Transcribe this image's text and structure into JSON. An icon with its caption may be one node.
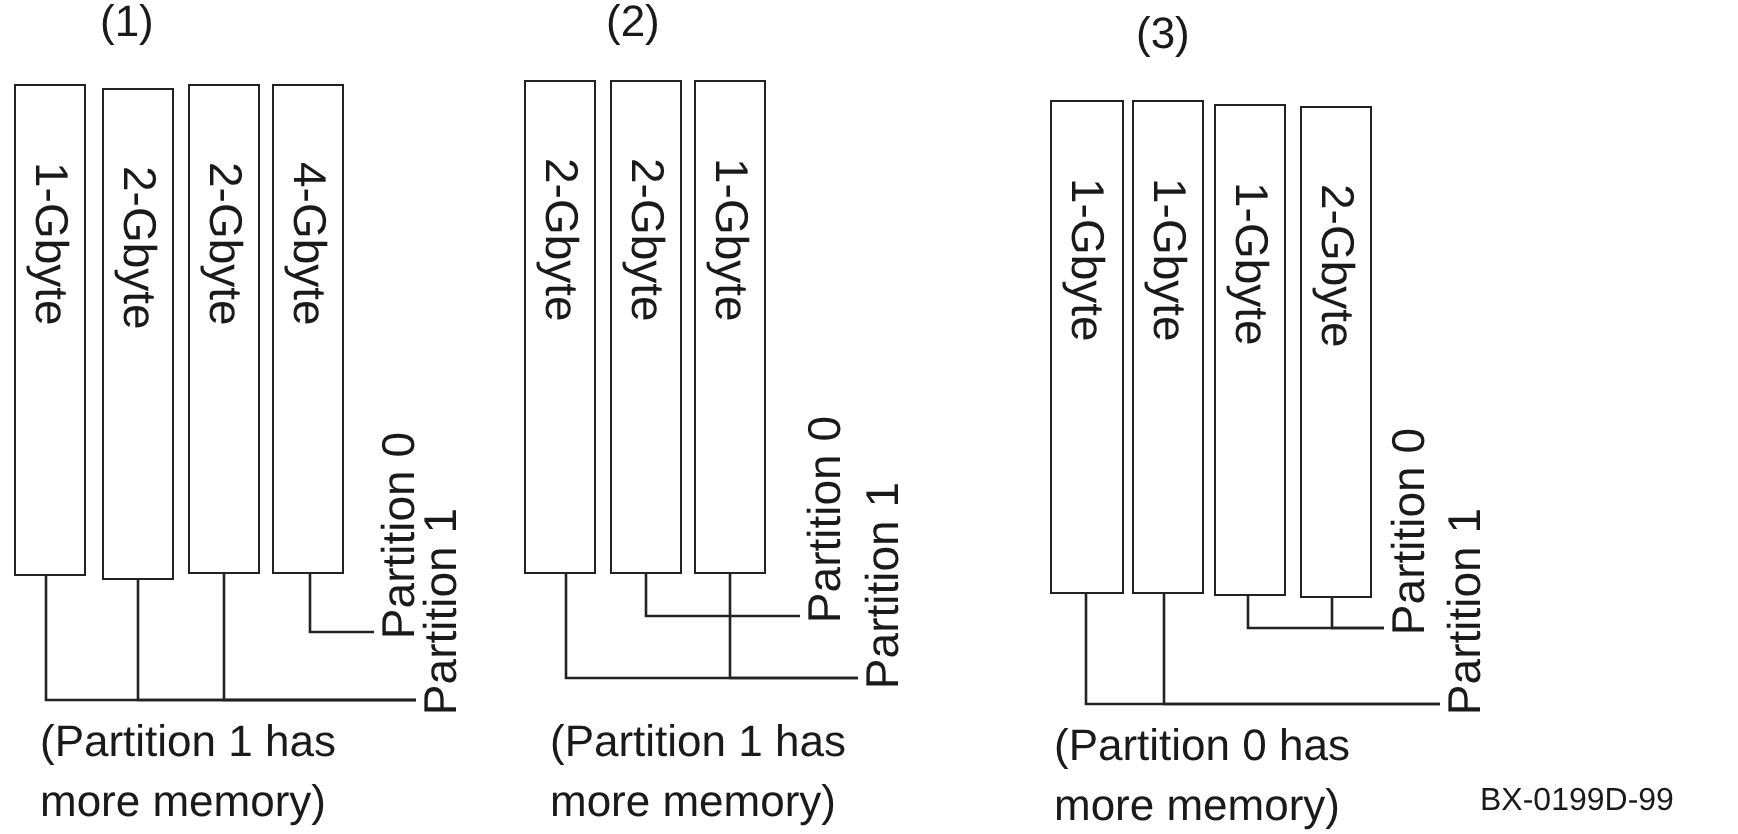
{
  "diagram": {
    "nodes": [
      {
        "text": [
          "1-Gbyte"
        ]
      },
      {
        "text": [
          "2-Gbyte"
        ]
      },
      {
        "text": [
          "2-Gbyte"
        ]
      },
      {
        "text": [
          "4-Gbyte"
        ]
      },
      {
        "text": [
          "Partition 0"
        ]
      },
      {
        "text": [
          "Partition 1"
        ]
      },
      {
        "text": [
          "2-Gbyte"
        ]
      },
      {
        "text": [
          "2-Gbyte"
        ]
      },
      {
        "text": [
          "1-Gbyte"
        ]
      },
      {
        "text": [
          "Partition 0"
        ]
      },
      {
        "text": [
          "Partition 1"
        ]
      },
      {
        "text": [
          "1-Gbyte"
        ]
      },
      {
        "text": [
          "1-Gbyte"
        ]
      },
      {
        "text": [
          "1-Gbyte"
        ]
      },
      {
        "text": [
          "2-Gbyte"
        ]
      },
      {
        "text": [
          "Partition 0"
        ]
      },
      {
        "text": [
          "Partition 1"
        ]
      }
    ],
    "edges": [
      {
        "from": 3,
        "to": 4,
        "arrow": "none"
      },
      {
        "from": 0,
        "to": 5,
        "arrow": "none"
      },
      {
        "from": 1,
        "to": 5,
        "arrow": "none"
      },
      {
        "from": 2,
        "to": 5,
        "arrow": "none"
      },
      {
        "from": 7,
        "to": 9,
        "arrow": "none"
      },
      {
        "from": 6,
        "to": 10,
        "arrow": "none"
      },
      {
        "from": 8,
        "to": 10,
        "arrow": "none"
      },
      {
        "from": 13,
        "to": 15,
        "arrow": "none"
      },
      {
        "from": 14,
        "to": 15,
        "arrow": "none"
      },
      {
        "from": 11,
        "to": 16,
        "arrow": "none"
      },
      {
        "from": 12,
        "to": 16,
        "arrow": "none"
      }
    ],
    "labels": [
      "(1)",
      "(2)",
      "(3)",
      "(Partition 1 has more memory)",
      "(Partition 1 has more memory)",
      "(Partition 0 has more memory)",
      "BX-0199D-99"
    ]
  }
}
